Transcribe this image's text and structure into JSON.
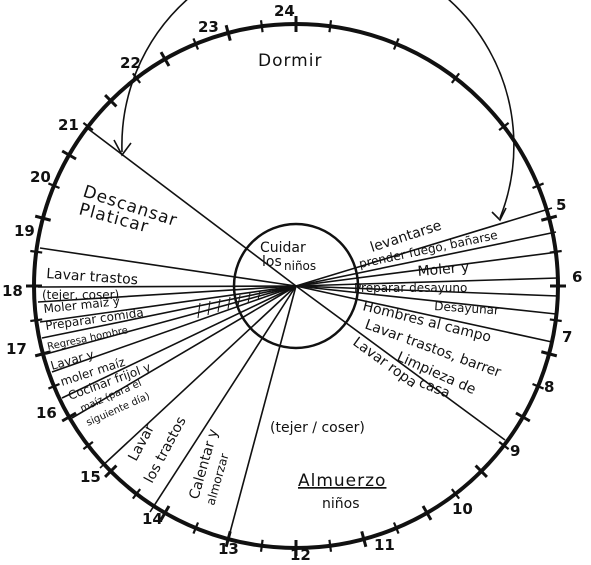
{
  "hours": [
    "24",
    "23",
    "22",
    "21",
    "20",
    "19",
    "18",
    "17",
    "16",
    "15",
    "14",
    "13",
    "12",
    "11",
    "10",
    "9",
    "8",
    "7",
    "6",
    "5"
  ],
  "center_label": [
    "Cuidar",
    "los",
    "niños"
  ],
  "activities": {
    "dormir": "Dormir",
    "descansar": "Descansar",
    "platicar": "Platicar",
    "lavar_trastos_1": "Lavar trastos",
    "tejer_coser_1": "(tejer, coser)",
    "moler_maiz_1": "Moler maíz y",
    "preparar_comida": "Preparar comida",
    "regresa_hombre": "Regresa hombre",
    "lavar_y": "Lavar y",
    "moler_maiz_2": "moler maíz",
    "cocinar_frijol": "Cocinar frijol y",
    "maiz_siguiente": "maíz (para el",
    "siguiente_dia": "siguiente día)",
    "lavar_trastos_2a": "Lavar",
    "lavar_trastos_2b": "los trastos",
    "calentar_a": "Calentar y",
    "calentar_b": "almorzar",
    "tejer_coser_2": "(tejer / coser)",
    "almuerzo": "Almuerzo",
    "ninos": "niños",
    "levantarse": "levantarse",
    "prender_fuego": "prender fuego, bañarse",
    "moler_y": "Moler y",
    "preparar_desayuno": "Preparar desayuno",
    "desayunar": "Desayunar",
    "hombres_campo": "Hombres al campo",
    "lavar_barrer": "Lavar trastos, barrer",
    "limpieza_a": "Limpieza de",
    "limpieza_b": "casa",
    "lavar_ropa": "Lavar ropa"
  }
}
